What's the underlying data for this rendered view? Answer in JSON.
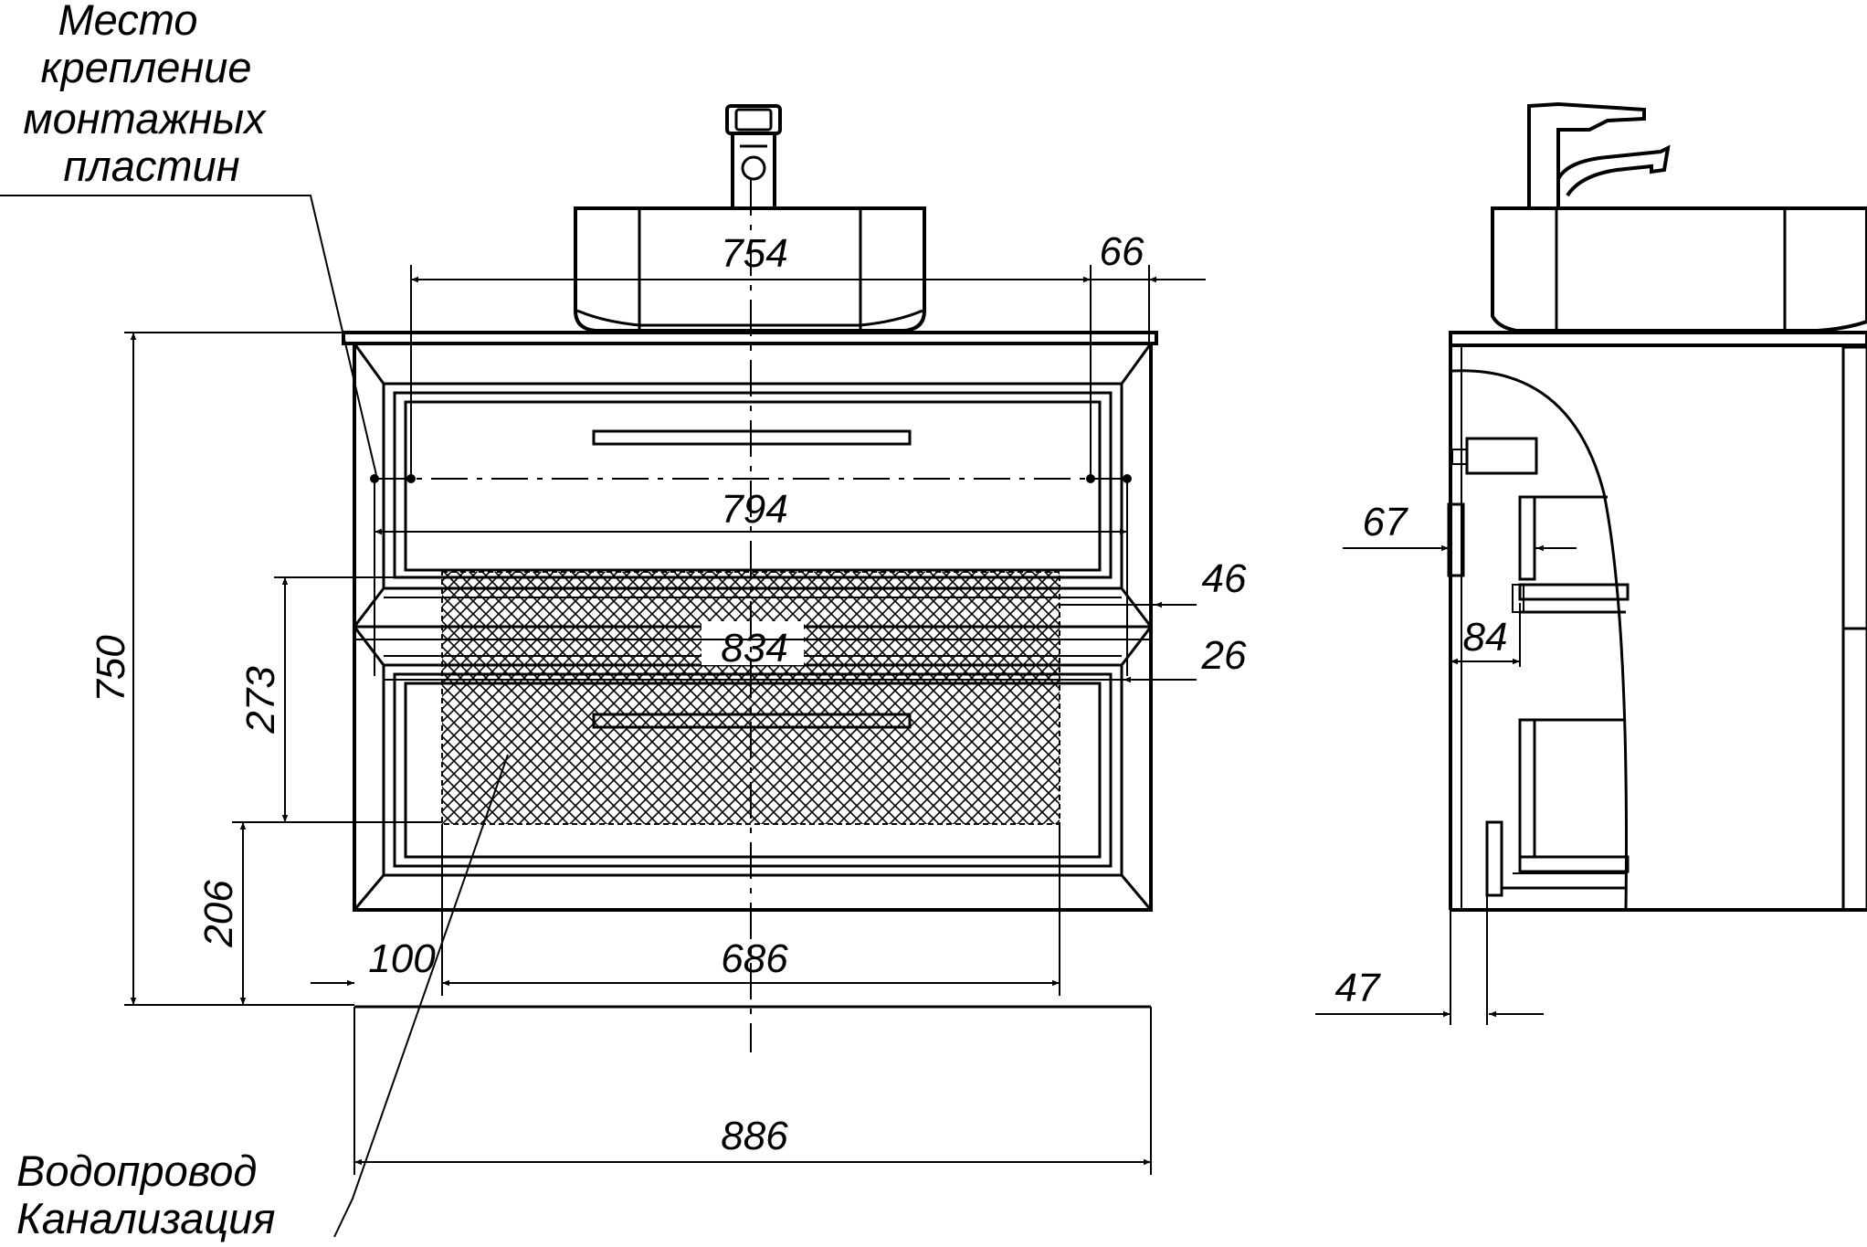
{
  "labels": {
    "mounting_plates": [
      "Место",
      "крепление",
      "монтажных",
      "пластин"
    ],
    "water_sewer": [
      "Водопровод",
      "Канализация"
    ]
  },
  "dimensions": {
    "d754": "754",
    "d66": "66",
    "d794": "794",
    "d46": "46",
    "d834": "834",
    "d26": "26",
    "d750": "750",
    "d273": "273",
    "d206": "206",
    "d100": "100",
    "d686": "686",
    "d886": "886",
    "d67": "67",
    "d84": "84",
    "d47": "47"
  },
  "colors": {
    "line": "#000000",
    "background": "#ffffff"
  }
}
